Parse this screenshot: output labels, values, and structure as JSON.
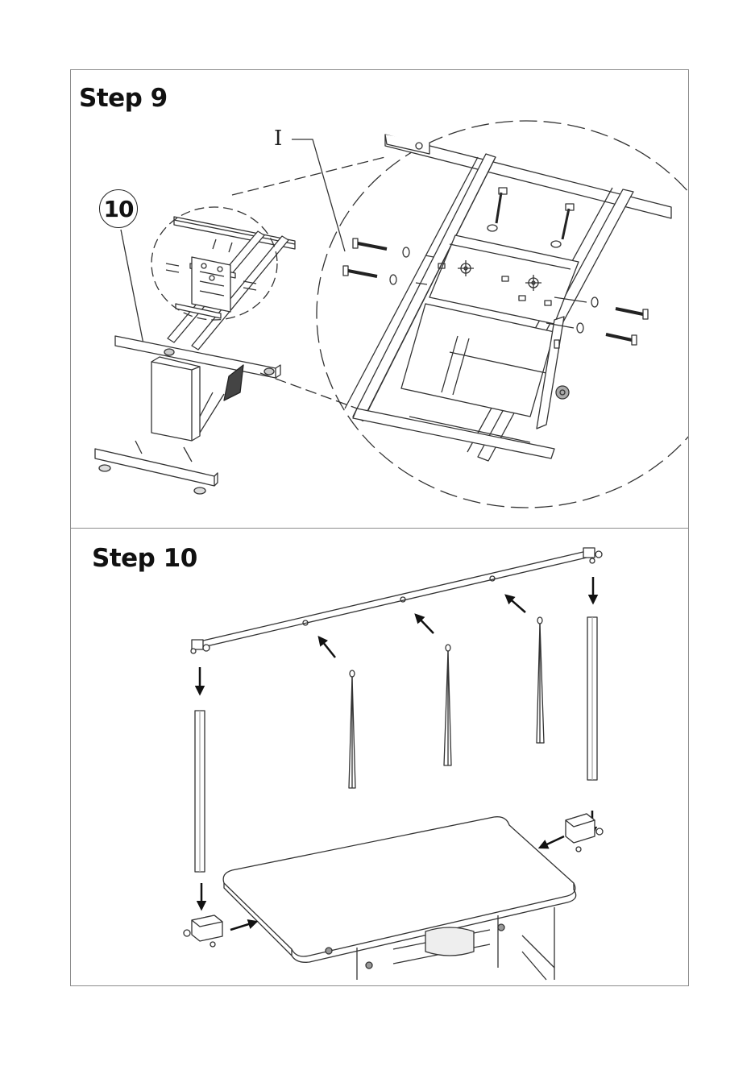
{
  "steps": [
    {
      "title": "Step 9",
      "callout": "10",
      "part_label": "I"
    },
    {
      "title": "Step 10"
    }
  ],
  "colors": {
    "line": "#333333",
    "border": "#8c8c8c",
    "background": "#ffffff"
  },
  "icons": [
    "arrow-icon",
    "bolt-icon",
    "washer-icon",
    "clamp-icon",
    "knob-icon"
  ]
}
